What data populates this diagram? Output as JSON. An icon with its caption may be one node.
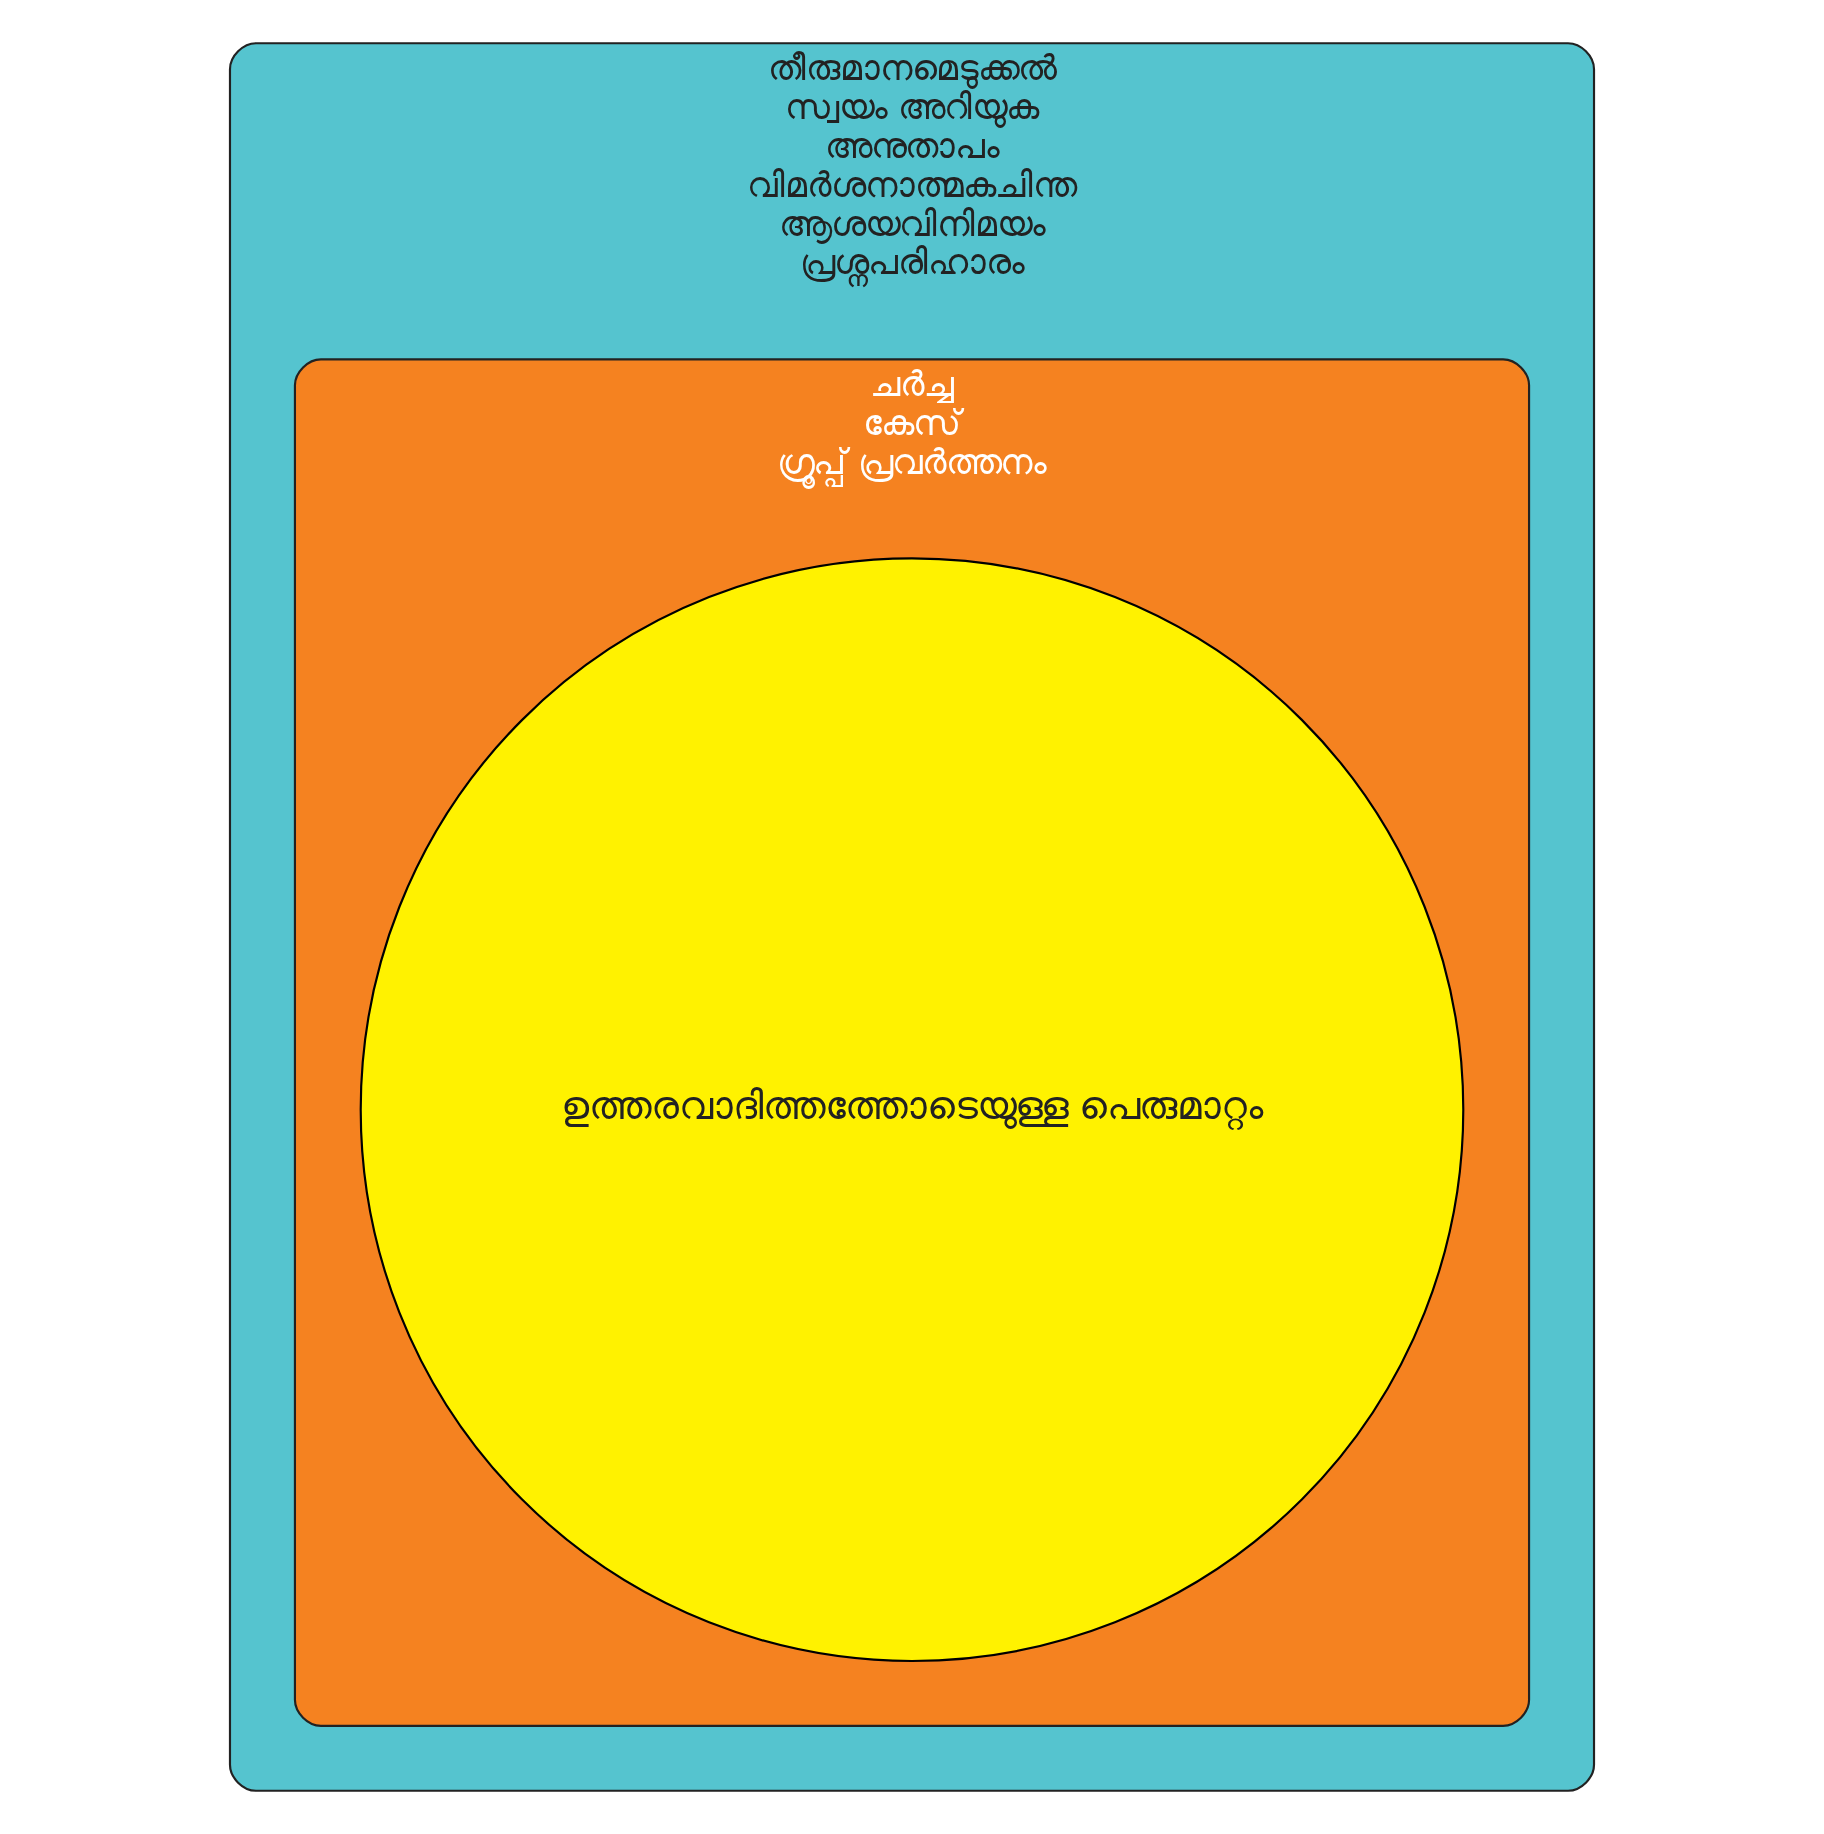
{
  "diagram": {
    "nodes": [
      {
        "text": [
          "തീരുമാനമെടുക്കൽ",
          "സ്വയം അറിയുക",
          "അനുതാപം",
          "വിമർശനാത്മകചിന്ത",
          "ആശയവിനിമയം",
          "പ്രശ്നപരിഹാരം"
        ]
      },
      {
        "text": [
          "ചർച്ച",
          "കേസ്",
          "ഗ്രൂപ്പ് പ്രവർത്തനം"
        ],
        "in": 0
      },
      {
        "text": [
          "ഉത്തരവാദിത്തത്തോടെയുള്ള പെരുമാറ്റം"
        ],
        "in": 1
      }
    ]
  }
}
